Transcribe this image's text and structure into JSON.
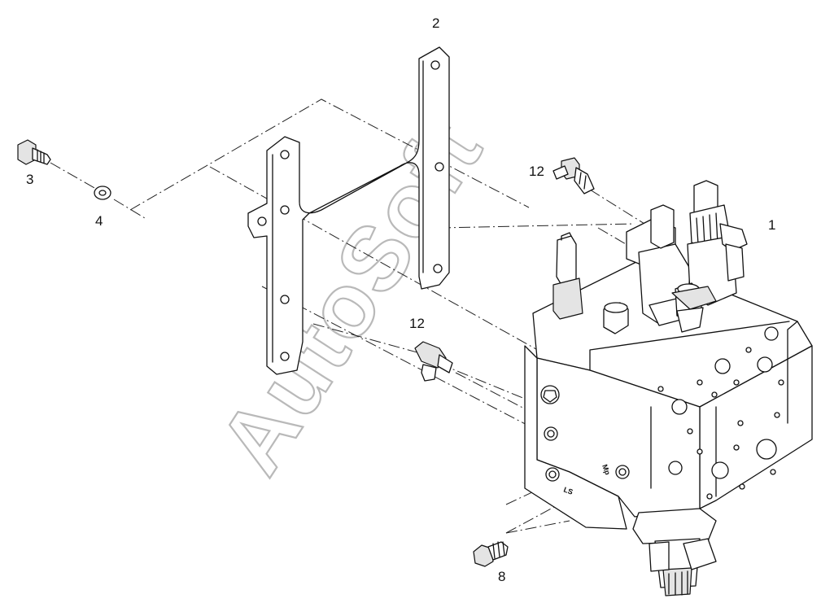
{
  "callouts": {
    "valve_block": "1",
    "bracket": "2",
    "bolt": "3",
    "washer": "4",
    "fitting_plug": "8",
    "elbow_fitting_top": "12",
    "elbow_fitting_mid": "12"
  },
  "port_labels": {
    "ls": "LS",
    "mp": "Mp"
  },
  "watermark": "AutoSoft"
}
